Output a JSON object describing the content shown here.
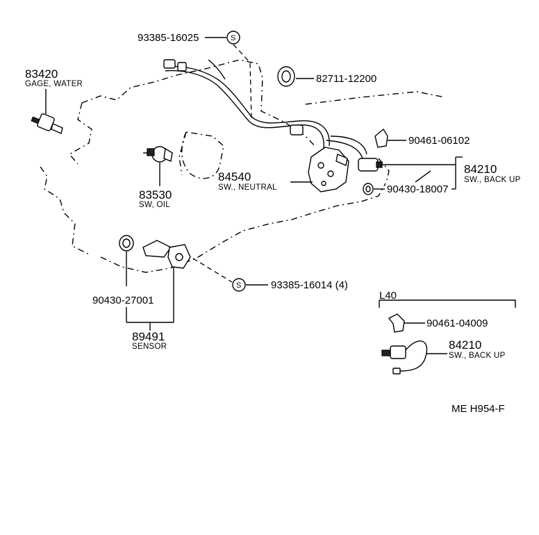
{
  "parts": {
    "p93385_16025": {
      "number": "93385-16025",
      "symbol": "S"
    },
    "p82711_12200": {
      "number": "82711-12200"
    },
    "p83420": {
      "number": "83420",
      "desc": "GAGE, WATER"
    },
    "p90461_06102": {
      "number": "90461-06102"
    },
    "p84210_top": {
      "number": "84210",
      "desc": "SW., BACK UP"
    },
    "p84540": {
      "number": "84540",
      "desc": "SW., NEUTRAL"
    },
    "p90430_18007": {
      "number": "90430-18007"
    },
    "p83530": {
      "number": "83530",
      "desc": "SW, OIL"
    },
    "p93385_16014": {
      "number": "93385-16014 (4)",
      "symbol": "S"
    },
    "p90430_27001": {
      "number": "90430-27001"
    },
    "p89491": {
      "number": "89491",
      "desc": "SENSOR"
    },
    "l40": {
      "label": "L40"
    },
    "p90461_04009": {
      "number": "90461-04009"
    },
    "p84210_l40": {
      "number": "84210",
      "desc": "SW., BACK UP"
    }
  },
  "diagram_code": "ME  H954-F",
  "colors": {
    "ink": "#000000",
    "paper": "#ffffff"
  }
}
